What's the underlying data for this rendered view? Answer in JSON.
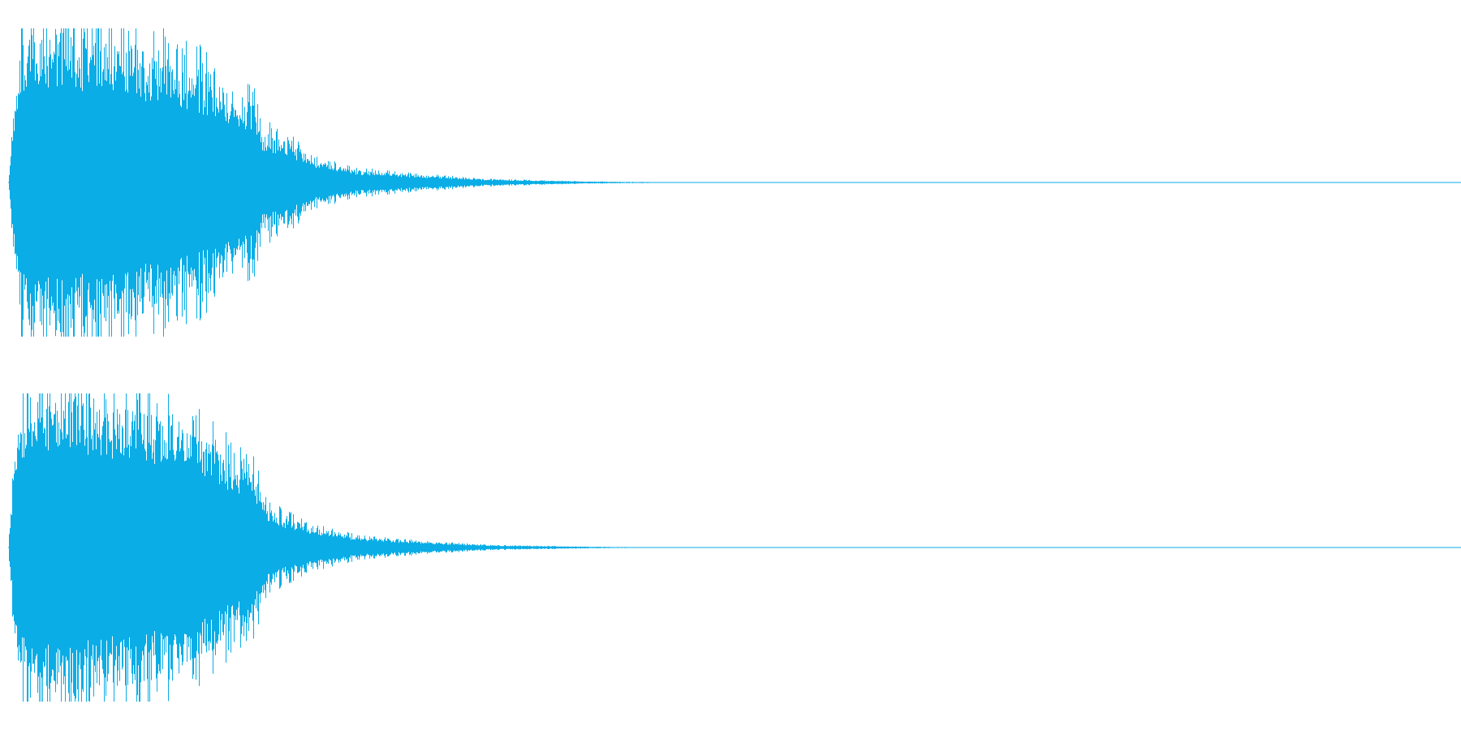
{
  "waveform": {
    "color": "#0aade6",
    "background": "#ffffff",
    "channels": [
      {
        "id": "left",
        "envelope_points": [
          [
            0.0,
            0.0
          ],
          [
            0.004,
            0.55
          ],
          [
            0.01,
            0.95
          ],
          [
            0.03,
            1.0
          ],
          [
            0.06,
            0.92
          ],
          [
            0.09,
            0.86
          ],
          [
            0.12,
            0.78
          ],
          [
            0.15,
            0.62
          ],
          [
            0.17,
            0.5
          ],
          [
            0.175,
            0.33
          ],
          [
            0.19,
            0.28
          ],
          [
            0.21,
            0.15
          ],
          [
            0.24,
            0.08
          ],
          [
            0.28,
            0.05
          ],
          [
            0.33,
            0.02
          ],
          [
            0.4,
            0.006
          ],
          [
            0.45,
            0.002
          ],
          [
            1.0,
            0.0
          ]
        ],
        "spike_density": 0.18
      },
      {
        "id": "right",
        "envelope_points": [
          [
            0.0,
            0.0
          ],
          [
            0.004,
            0.55
          ],
          [
            0.01,
            0.92
          ],
          [
            0.03,
            0.98
          ],
          [
            0.06,
            0.94
          ],
          [
            0.09,
            0.9
          ],
          [
            0.12,
            0.8
          ],
          [
            0.15,
            0.6
          ],
          [
            0.17,
            0.48
          ],
          [
            0.175,
            0.3
          ],
          [
            0.19,
            0.2
          ],
          [
            0.21,
            0.13
          ],
          [
            0.24,
            0.07
          ],
          [
            0.28,
            0.04
          ],
          [
            0.33,
            0.015
          ],
          [
            0.4,
            0.005
          ],
          [
            0.43,
            0.002
          ],
          [
            1.0,
            0.0
          ]
        ],
        "spike_density": 0.18
      }
    ]
  }
}
